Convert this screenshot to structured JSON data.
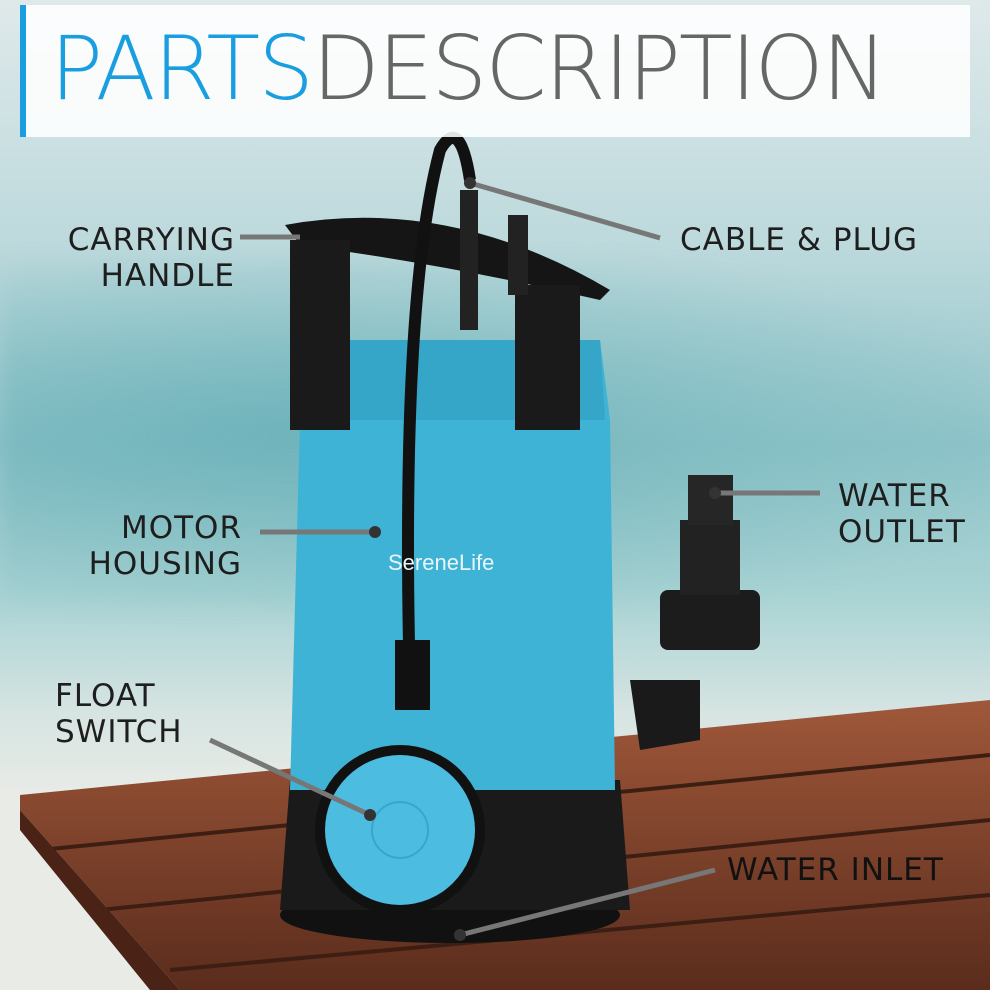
{
  "header": {
    "title_accent": "PARTS",
    "title_rest": "DESCRIPTION"
  },
  "brand_logo": "SereneLife",
  "labels": {
    "carrying_handle": "CARRYING\nHANDLE",
    "cable_plug": "CABLE & PLUG",
    "motor_housing": "MOTOR\nHOUSING",
    "water_outlet": "WATER\nOUTLET",
    "float_switch": "FLOAT\nSWITCH",
    "water_inlet": "WATER INLET"
  },
  "colors": {
    "accent": "#1a9ee0",
    "pump_body": "#3fb3d6",
    "callout_line": "#777777"
  }
}
